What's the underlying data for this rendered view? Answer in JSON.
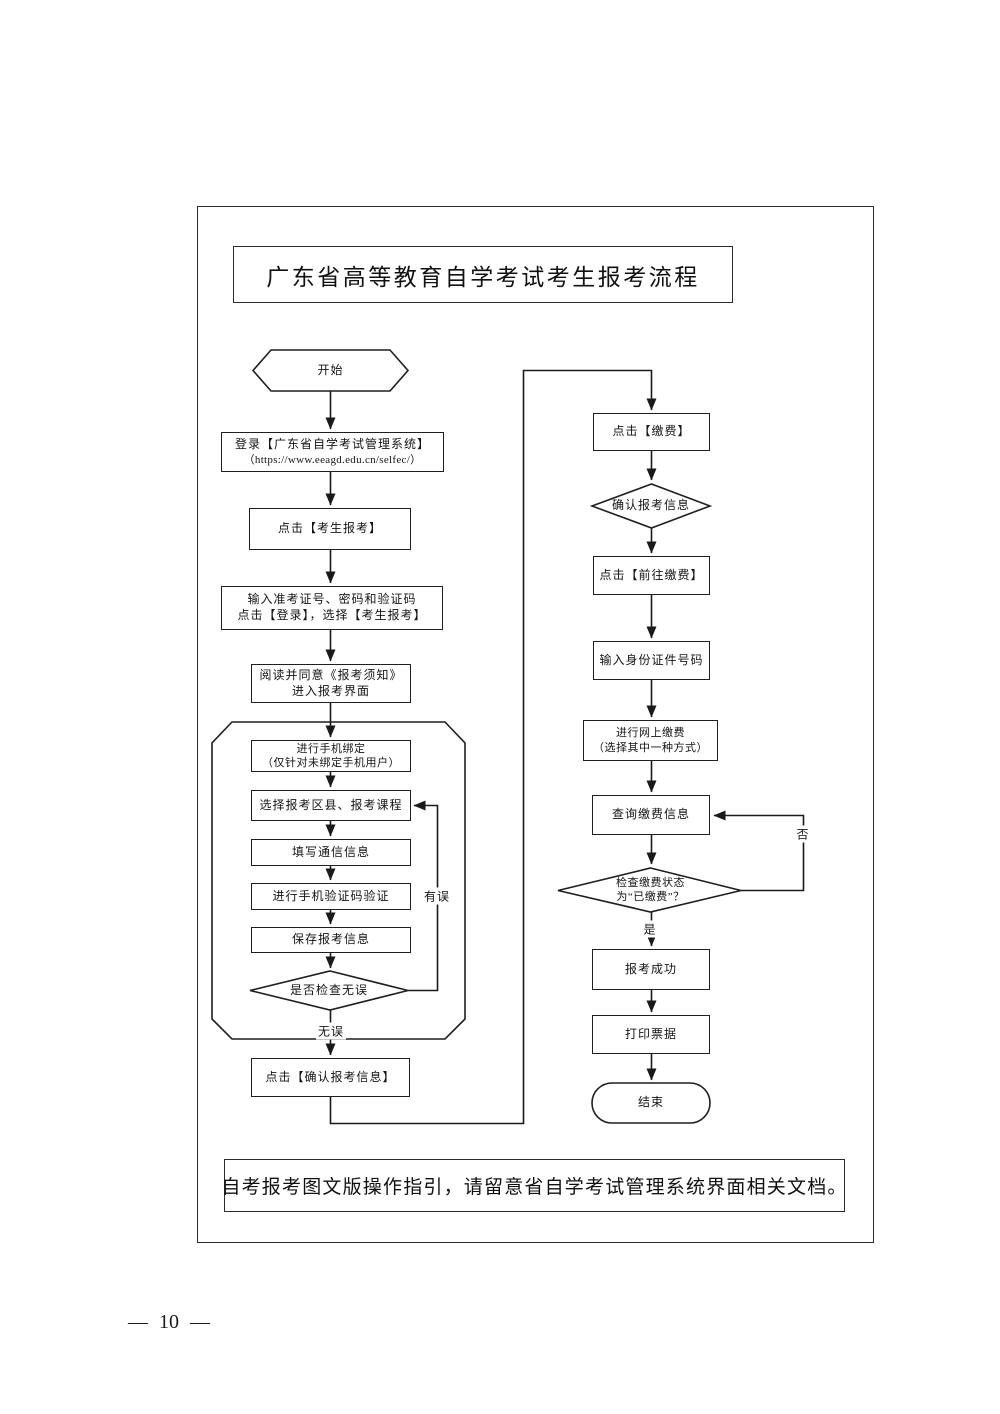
{
  "colors": {
    "ink": "#1a1a1a",
    "background": "#ffffff"
  },
  "page": {
    "page_number": "10",
    "page_number_display": "— 10 —"
  },
  "title": "广东省高等教育自学考试考生报考流程",
  "footer_note": "自考报考图文版操作指引，请留意省自学考试管理系统界面相关文档。",
  "flow_left": {
    "start": "开始",
    "login_line1": "登录【广东省自学考试管理系统】",
    "login_line2": "（https://www.eeagd.edu.cn/selfec/）",
    "click_candidate": "点击【考生报考】",
    "input_line1": "输入准考证号、密码和验证码",
    "input_line2": "点击【登录】，选择【考生报考】",
    "read_line1": "阅读并同意《报考须知》",
    "read_line2": "进入报考界面",
    "bind_line1": "进行手机绑定",
    "bind_line2": "（仅针对未绑定手机用户）",
    "select_area": "选择报考区县、报考课程",
    "fill_contact": "填写通信信息",
    "verify_phone": "进行手机验证码验证",
    "save_info": "保存报考信息",
    "check_diamond": "是否检查无误",
    "label_error": "有误",
    "label_ok": "无误",
    "confirm_info": "点击【确认报考信息】"
  },
  "flow_right": {
    "click_pay": "点击【缴费】",
    "confirm_diamond": "确认报考信息",
    "goto_pay": "点击【前往缴费】",
    "input_id": "输入身份证件号码",
    "pay_line1": "进行网上缴费",
    "pay_line2": "（选择其中一种方式）",
    "query_pay": "查询缴费信息",
    "status_line1": "检查缴费状态",
    "status_line2": "为“已缴费”？",
    "label_no": "否",
    "label_yes": "是",
    "success": "报考成功",
    "print": "打印票据",
    "end": "结束"
  }
}
